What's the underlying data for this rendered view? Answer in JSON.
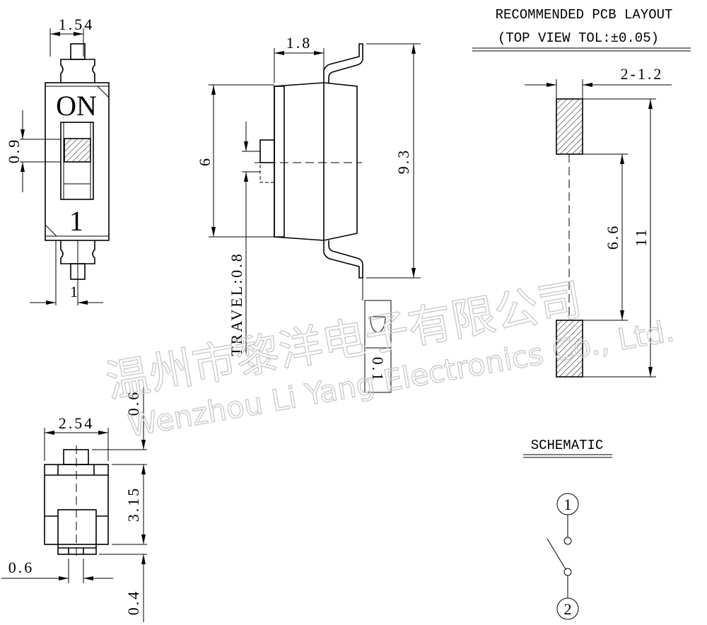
{
  "top_view": {
    "on_label": "ON",
    "position_label": "1",
    "dim_width": "1.54",
    "dim_slider": "0.9",
    "dim_pin": "1"
  },
  "side_view": {
    "dim_depth": "1.8",
    "dim_body": "6",
    "dim_total": "9.3",
    "travel": "TRAVEL:0.8",
    "flatness": "0.1"
  },
  "bottom_view": {
    "dim_width": "2.54",
    "dim_top": "0.6",
    "dim_height": "3.15",
    "dim_pin": "0.6",
    "dim_bottom": "0.4"
  },
  "pcb_layout": {
    "title_line1": "RECOMMENDED PCB LAYOUT",
    "title_line2": "(TOP VIEW TOL:±0.05)",
    "dim_pads": "2-1.2",
    "dim_gap": "6.6",
    "dim_total": "11"
  },
  "schematic": {
    "title": "SCHEMATIC",
    "pin1": "1",
    "pin2": "2"
  },
  "watermark": {
    "chinese": "温州市黎洋电子有限公司",
    "english": "Wenzhou Li Yang Electronics Co., Ltd."
  }
}
